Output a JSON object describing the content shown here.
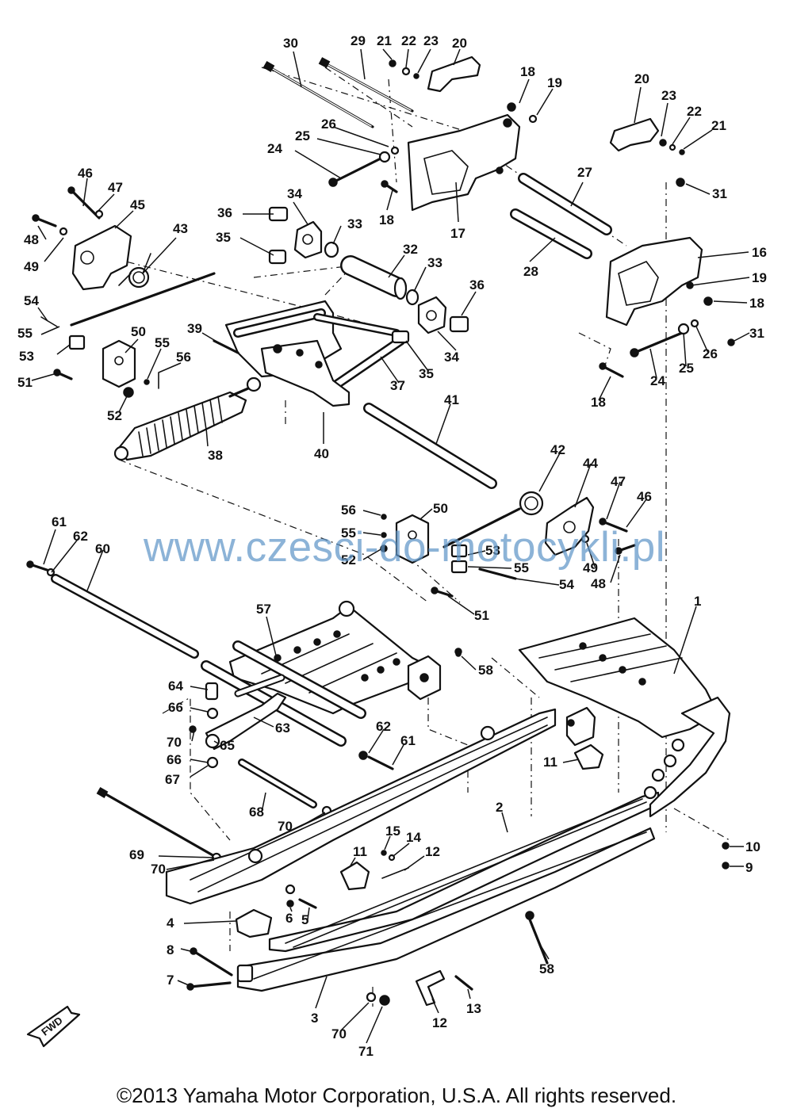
{
  "diagram": {
    "fwd_label": "FWD",
    "callouts": [
      {
        "id": "c30",
        "text": "30"
      },
      {
        "id": "c29",
        "text": "29"
      },
      {
        "id": "c21a",
        "text": "21"
      },
      {
        "id": "c22a",
        "text": "22"
      },
      {
        "id": "c23a",
        "text": "23"
      },
      {
        "id": "c20a",
        "text": "20"
      },
      {
        "id": "c18a",
        "text": "18"
      },
      {
        "id": "c19a",
        "text": "19"
      },
      {
        "id": "c20b",
        "text": "20"
      },
      {
        "id": "c23b",
        "text": "23"
      },
      {
        "id": "c22b",
        "text": "22"
      },
      {
        "id": "c21b",
        "text": "21"
      },
      {
        "id": "c26a",
        "text": "26"
      },
      {
        "id": "c25a",
        "text": "25"
      },
      {
        "id": "c24a",
        "text": "24"
      },
      {
        "id": "c46a",
        "text": "46"
      },
      {
        "id": "c47a",
        "text": "47"
      },
      {
        "id": "c45",
        "text": "45"
      },
      {
        "id": "c48a",
        "text": "48"
      },
      {
        "id": "c49a",
        "text": "49"
      },
      {
        "id": "c36a",
        "text": "36"
      },
      {
        "id": "c34a",
        "text": "34"
      },
      {
        "id": "c33a",
        "text": "33"
      },
      {
        "id": "c35a",
        "text": "35"
      },
      {
        "id": "c18b",
        "text": "18"
      },
      {
        "id": "c17",
        "text": "17"
      },
      {
        "id": "c27",
        "text": "27"
      },
      {
        "id": "c31a",
        "text": "31"
      },
      {
        "id": "c43",
        "text": "43"
      },
      {
        "id": "c32",
        "text": "32"
      },
      {
        "id": "c33b",
        "text": "33"
      },
      {
        "id": "c28",
        "text": "28"
      },
      {
        "id": "c16",
        "text": "16"
      },
      {
        "id": "c19b",
        "text": "19"
      },
      {
        "id": "c54a",
        "text": "54"
      },
      {
        "id": "c55a",
        "text": "55"
      },
      {
        "id": "c53a",
        "text": "53"
      },
      {
        "id": "c50a",
        "text": "50"
      },
      {
        "id": "c55b",
        "text": "55"
      },
      {
        "id": "c56a",
        "text": "56"
      },
      {
        "id": "c51a",
        "text": "51"
      },
      {
        "id": "c52a",
        "text": "52"
      },
      {
        "id": "c39",
        "text": "39"
      },
      {
        "id": "c36b",
        "text": "36"
      },
      {
        "id": "c18c",
        "text": "18"
      },
      {
        "id": "c31b",
        "text": "31"
      },
      {
        "id": "c26b",
        "text": "26"
      },
      {
        "id": "c25b",
        "text": "25"
      },
      {
        "id": "c24b",
        "text": "24"
      },
      {
        "id": "c34b",
        "text": "34"
      },
      {
        "id": "c35b",
        "text": "35"
      },
      {
        "id": "c37",
        "text": "37"
      },
      {
        "id": "c18d",
        "text": "18"
      },
      {
        "id": "c38",
        "text": "38"
      },
      {
        "id": "c40",
        "text": "40"
      },
      {
        "id": "c41",
        "text": "41"
      },
      {
        "id": "c42",
        "text": "42"
      },
      {
        "id": "c44",
        "text": "44"
      },
      {
        "id": "c47b",
        "text": "47"
      },
      {
        "id": "c46b",
        "text": "46"
      },
      {
        "id": "c56b",
        "text": "56"
      },
      {
        "id": "c50b",
        "text": "50"
      },
      {
        "id": "c55c",
        "text": "55"
      },
      {
        "id": "c52b",
        "text": "52"
      },
      {
        "id": "c53b",
        "text": "53"
      },
      {
        "id": "c55d",
        "text": "55"
      },
      {
        "id": "c49b",
        "text": "49"
      },
      {
        "id": "c48b",
        "text": "48"
      },
      {
        "id": "c54b",
        "text": "54"
      },
      {
        "id": "c51b",
        "text": "51"
      },
      {
        "id": "c61a",
        "text": "61"
      },
      {
        "id": "c62a",
        "text": "62"
      },
      {
        "id": "c60",
        "text": "60"
      },
      {
        "id": "c57",
        "text": "57"
      },
      {
        "id": "c58a",
        "text": "58"
      },
      {
        "id": "c1",
        "text": "1"
      },
      {
        "id": "c64",
        "text": "64"
      },
      {
        "id": "c66a",
        "text": "66"
      },
      {
        "id": "c63",
        "text": "63"
      },
      {
        "id": "c70a",
        "text": "70"
      },
      {
        "id": "c65",
        "text": "65"
      },
      {
        "id": "c66b",
        "text": "66"
      },
      {
        "id": "c62b",
        "text": "62"
      },
      {
        "id": "c61b",
        "text": "61"
      },
      {
        "id": "c67",
        "text": "67"
      },
      {
        "id": "c11a",
        "text": "11"
      },
      {
        "id": "c68",
        "text": "68"
      },
      {
        "id": "c70b",
        "text": "70"
      },
      {
        "id": "c2",
        "text": "2"
      },
      {
        "id": "c10",
        "text": "10"
      },
      {
        "id": "c9",
        "text": "9"
      },
      {
        "id": "c15",
        "text": "15"
      },
      {
        "id": "c14",
        "text": "14"
      },
      {
        "id": "c69",
        "text": "69"
      },
      {
        "id": "c11b",
        "text": "11"
      },
      {
        "id": "c12a",
        "text": "12"
      },
      {
        "id": "c70c",
        "text": "70"
      },
      {
        "id": "c6",
        "text": "6"
      },
      {
        "id": "c5",
        "text": "5"
      },
      {
        "id": "c4",
        "text": "4"
      },
      {
        "id": "c8",
        "text": "8"
      },
      {
        "id": "c58b",
        "text": "58"
      },
      {
        "id": "c7",
        "text": "7"
      },
      {
        "id": "c3",
        "text": "3"
      },
      {
        "id": "c12b",
        "text": "12"
      },
      {
        "id": "c13",
        "text": "13"
      },
      {
        "id": "c70d",
        "text": "70"
      },
      {
        "id": "c71",
        "text": "71"
      }
    ]
  },
  "watermark": "www.czesci-do-motocykli.pl",
  "copyright": "©2013 Yamaha Motor Corporation, U.S.A. All rights reserved."
}
